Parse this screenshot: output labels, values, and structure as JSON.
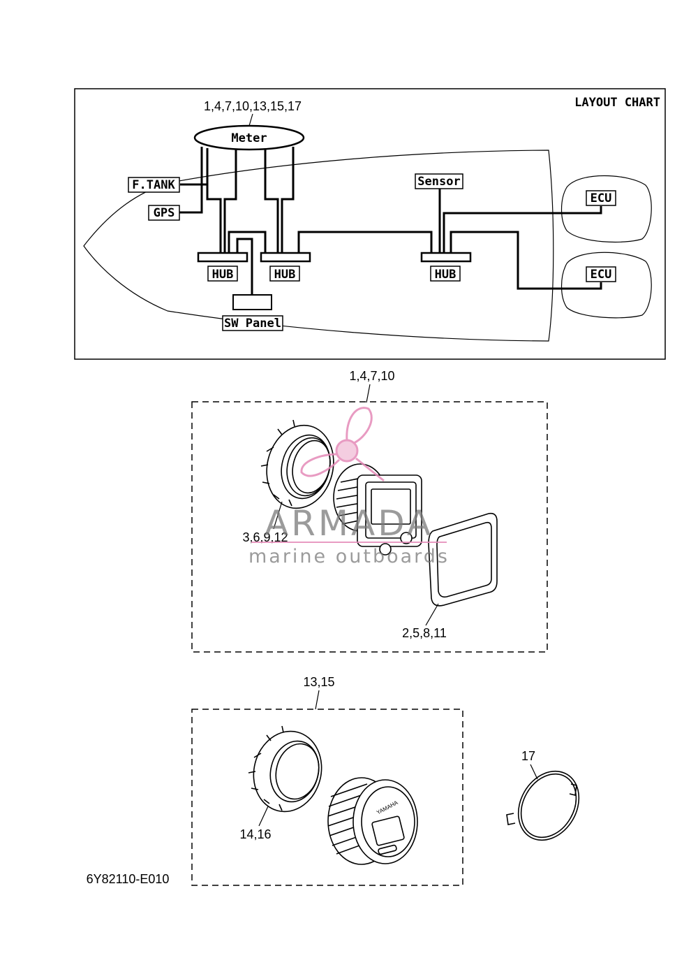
{
  "layout_chart": {
    "title": "LAYOUT CHART",
    "meter_callout": "1,4,7,10,13,15,17",
    "meter": "Meter",
    "ftank": "F.TANK",
    "gps": "GPS",
    "hub": "HUB",
    "sensor": "Sensor",
    "ecu": "ECU",
    "sw_panel": "SW Panel"
  },
  "kit_a": {
    "callout": "1,4,7,10",
    "nut_callout": "3,6,9,12",
    "cover_callout": "2,5,8,11"
  },
  "kit_b": {
    "callout": "13,15",
    "nut_callout": "14,16",
    "brand_text": "YAMAHA"
  },
  "part_17": {
    "callout": "17"
  },
  "diagram_code": "6Y82110-E010",
  "watermark": {
    "brand": "ARMADA",
    "tagline": "marine outboards"
  },
  "colors": {
    "line": "#000000",
    "watermark_pink": "#e58ab8",
    "watermark_gray": "#7a7a7a"
  }
}
